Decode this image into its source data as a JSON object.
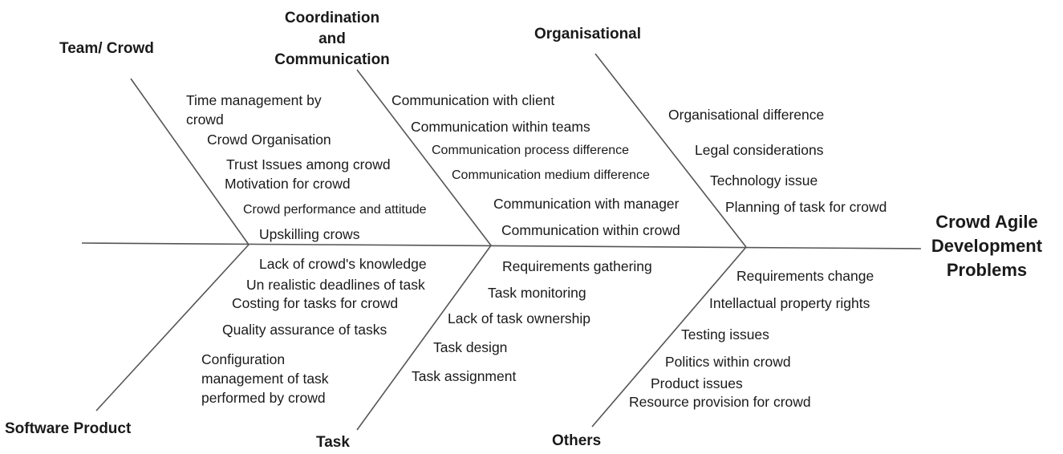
{
  "head": {
    "line1": "Crowd Agile",
    "line2": "Development",
    "line3": "Problems"
  },
  "categories": {
    "team": "Team/ Crowd",
    "coord": [
      "Coordination",
      "and",
      "Communication"
    ],
    "org": "Organisational",
    "software": "Software Product",
    "task": "Task",
    "others": "Others"
  },
  "causes": {
    "team": [
      "Time management by crowd",
      "Crowd Organisation",
      "Trust Issues among crowd",
      "Motivation for crowd",
      "Crowd performance and attitude",
      "Upskilling crows"
    ],
    "coord": [
      "Communication with client",
      "Communication within teams",
      "Communication process difference",
      "Communication medium difference",
      "Communication with manager",
      "Communication within crowd"
    ],
    "org": [
      "Organisational difference",
      "Legal considerations",
      "Technology issue",
      "Planning of task for crowd"
    ],
    "software": [
      "Lack of crowd's knowledge",
      "Un realistic deadlines of task",
      "Costing for tasks for crowd",
      "Quality assurance of tasks",
      "Configuration management of task performed by crowd"
    ],
    "task": [
      "Requirements gathering",
      "Task monitoring",
      "Lack of task ownership",
      "Task design",
      "Task assignment"
    ],
    "others": [
      "Requirements change",
      "Intellactual property rights",
      "Testing issues",
      "Politics within crowd",
      "Product issues",
      "Resource provision for crowd"
    ]
  }
}
